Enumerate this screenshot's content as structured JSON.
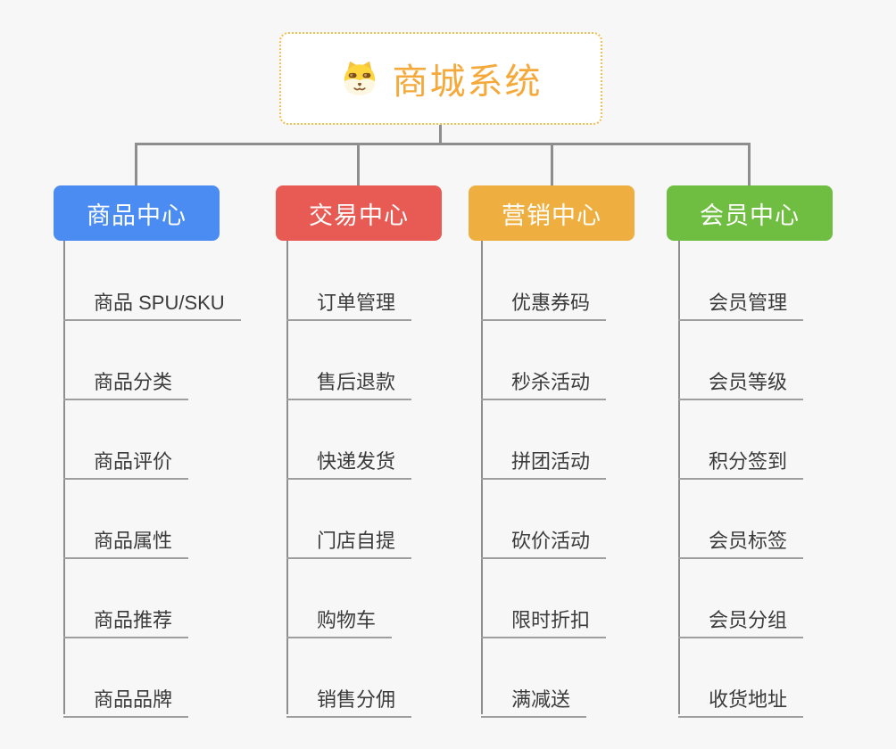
{
  "colors": {
    "page-bg": "#F7F7F7",
    "connector": "#8E8E8E",
    "underline": "#9E9E9E",
    "child-text": "#3B3B3B",
    "root-accent": "#F5A93B",
    "root-border": "#F7BC4F",
    "node-bg": "#FFFFFF",
    "branch-text": "#FFFFFF"
  },
  "tree": {
    "root": {
      "label": "商城系统",
      "icon": "doge-icon"
    },
    "branches": [
      {
        "label": "商品中心",
        "color": "#4A8CF2",
        "children": [
          "商品 SPU/SKU",
          "商品分类",
          "商品评价",
          "商品属性",
          "商品推荐",
          "商品品牌"
        ]
      },
      {
        "label": "交易中心",
        "color": "#E85B55",
        "children": [
          "订单管理",
          "售后退款",
          "快递发货",
          "门店自提",
          "购物车",
          "销售分佣"
        ]
      },
      {
        "label": "营销中心",
        "color": "#EFAF40",
        "children": [
          "优惠券码",
          "秒杀活动",
          "拼团活动",
          "砍价活动",
          "限时折扣",
          "满减送"
        ]
      },
      {
        "label": "会员中心",
        "color": "#70BE41",
        "children": [
          "会员管理",
          "会员等级",
          "积分签到",
          "会员标签",
          "会员分组",
          "收货地址"
        ]
      }
    ]
  }
}
